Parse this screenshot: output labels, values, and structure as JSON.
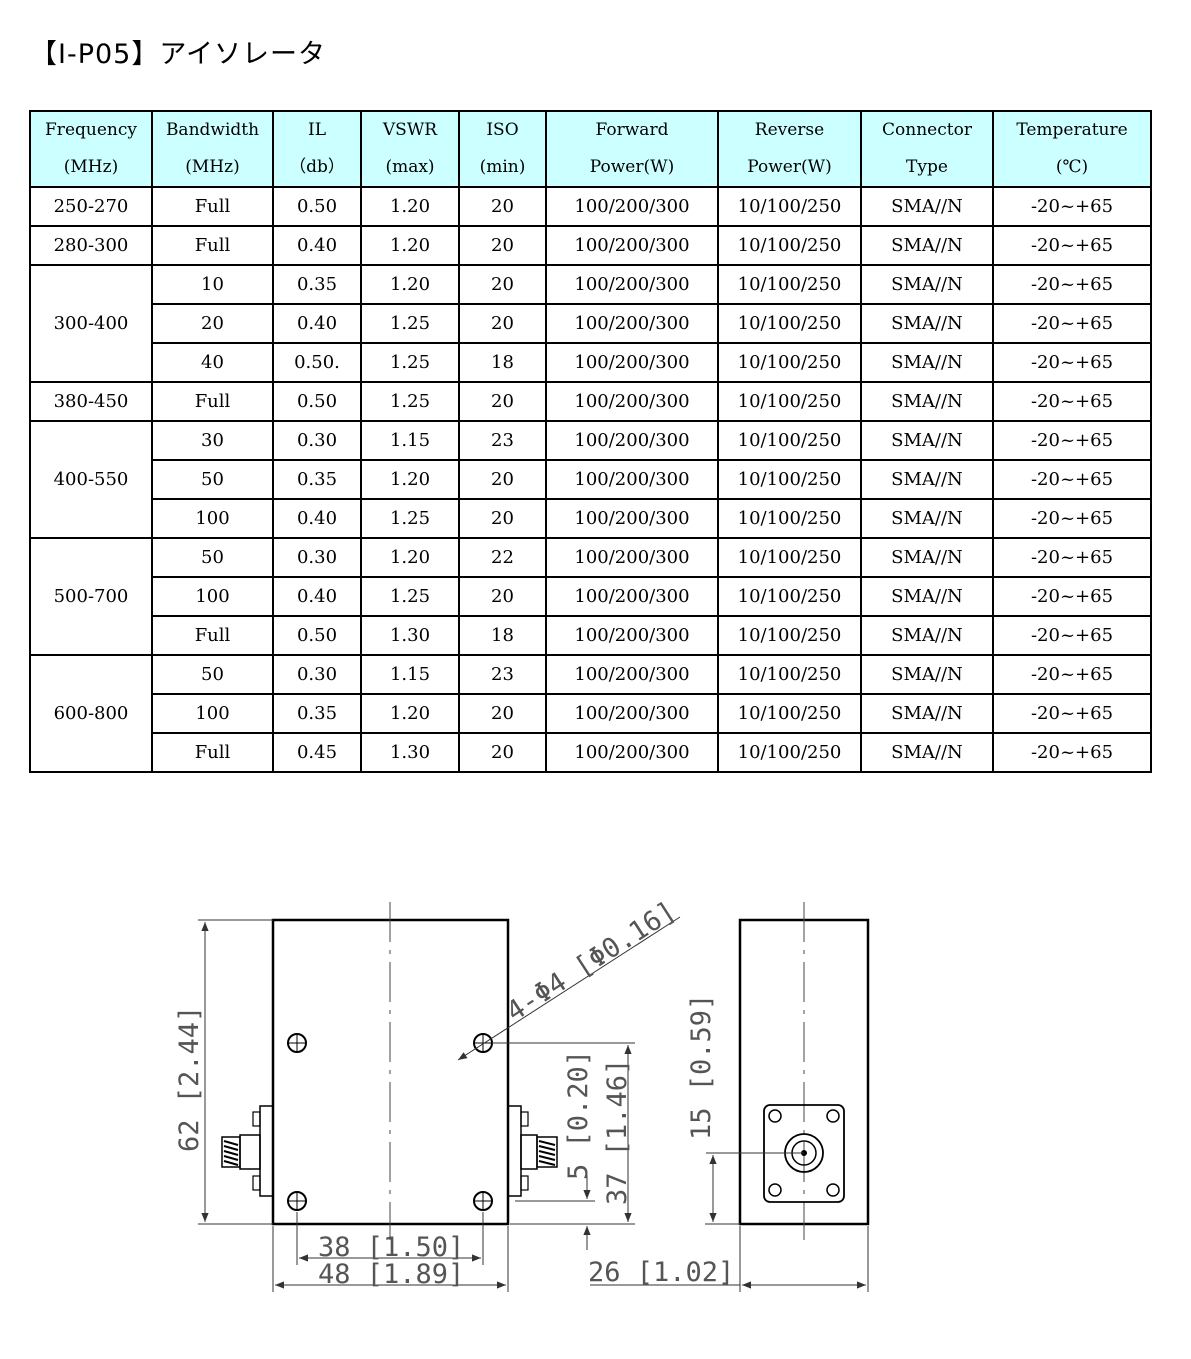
{
  "title": "【I-P05】アイソレータ",
  "table": {
    "headers": [
      [
        "Frequency",
        "(MHz)"
      ],
      [
        "Bandwidth",
        "(MHz)"
      ],
      [
        "IL",
        "（db）"
      ],
      [
        "VSWR",
        "(max)"
      ],
      [
        "ISO",
        "(min)"
      ],
      [
        "Forward",
        "Power(W)"
      ],
      [
        "Reverse",
        "Power(W)"
      ],
      [
        "Connector",
        "Type"
      ],
      [
        "Temperature",
        "(℃)"
      ]
    ],
    "groups": [
      {
        "freq": "250-270",
        "rows": [
          [
            "Full",
            "0.50",
            "1.20",
            "20",
            "100/200/300",
            "10/100/250",
            "SMA//N",
            "-20~+65"
          ]
        ]
      },
      {
        "freq": "280-300",
        "rows": [
          [
            "Full",
            "0.40",
            "1.20",
            "20",
            "100/200/300",
            "10/100/250",
            "SMA//N",
            "-20~+65"
          ]
        ]
      },
      {
        "freq": "300-400",
        "rows": [
          [
            "10",
            "0.35",
            "1.20",
            "20",
            "100/200/300",
            "10/100/250",
            "SMA//N",
            "-20~+65"
          ],
          [
            "20",
            "0.40",
            "1.25",
            "20",
            "100/200/300",
            "10/100/250",
            "SMA//N",
            "-20~+65"
          ],
          [
            "40",
            "0.50.",
            "1.25",
            "18",
            "100/200/300",
            "10/100/250",
            "SMA//N",
            "-20~+65"
          ]
        ]
      },
      {
        "freq": "380-450",
        "rows": [
          [
            "Full",
            "0.50",
            "1.25",
            "20",
            "100/200/300",
            "10/100/250",
            "SMA//N",
            "-20~+65"
          ]
        ]
      },
      {
        "freq": "400-550",
        "rows": [
          [
            "30",
            "0.30",
            "1.15",
            "23",
            "100/200/300",
            "10/100/250",
            "SMA//N",
            "-20~+65"
          ],
          [
            "50",
            "0.35",
            "1.20",
            "20",
            "100/200/300",
            "10/100/250",
            "SMA//N",
            "-20~+65"
          ],
          [
            "100",
            "0.40",
            "1.25",
            "20",
            "100/200/300",
            "10/100/250",
            "SMA//N",
            "-20~+65"
          ]
        ]
      },
      {
        "freq": "500-700",
        "rows": [
          [
            "50",
            "0.30",
            "1.20",
            "22",
            "100/200/300",
            "10/100/250",
            "SMA//N",
            "-20~+65"
          ],
          [
            "100",
            "0.40",
            "1.25",
            "20",
            "100/200/300",
            "10/100/250",
            "SMA//N",
            "-20~+65"
          ],
          [
            "Full",
            "0.50",
            "1.30",
            "18",
            "100/200/300",
            "10/100/250",
            "SMA//N",
            "-20~+65"
          ]
        ]
      },
      {
        "freq": "600-800",
        "rows": [
          [
            "50",
            "0.30",
            "1.15",
            "23",
            "100/200/300",
            "10/100/250",
            "SMA//N",
            "-20~+65"
          ],
          [
            "100",
            "0.35",
            "1.20",
            "20",
            "100/200/300",
            "10/100/250",
            "SMA//N",
            "-20~+65"
          ],
          [
            "Full",
            "0.45",
            "1.30",
            "20",
            "100/200/300",
            "10/100/250",
            "SMA//N",
            "-20~+65"
          ]
        ]
      }
    ]
  },
  "drawing": {
    "hole_label": "4-Φ4 [Φ0.16]",
    "height_label": "62 [2.44]",
    "w38_label": "38 [1.50]",
    "w48_label": "48 [1.89]",
    "h5_label": "5 [0.20]",
    "h37_label": "37 [1.46]",
    "h15_label": "15 [0.59]",
    "w26_label": "26 [1.02]"
  }
}
